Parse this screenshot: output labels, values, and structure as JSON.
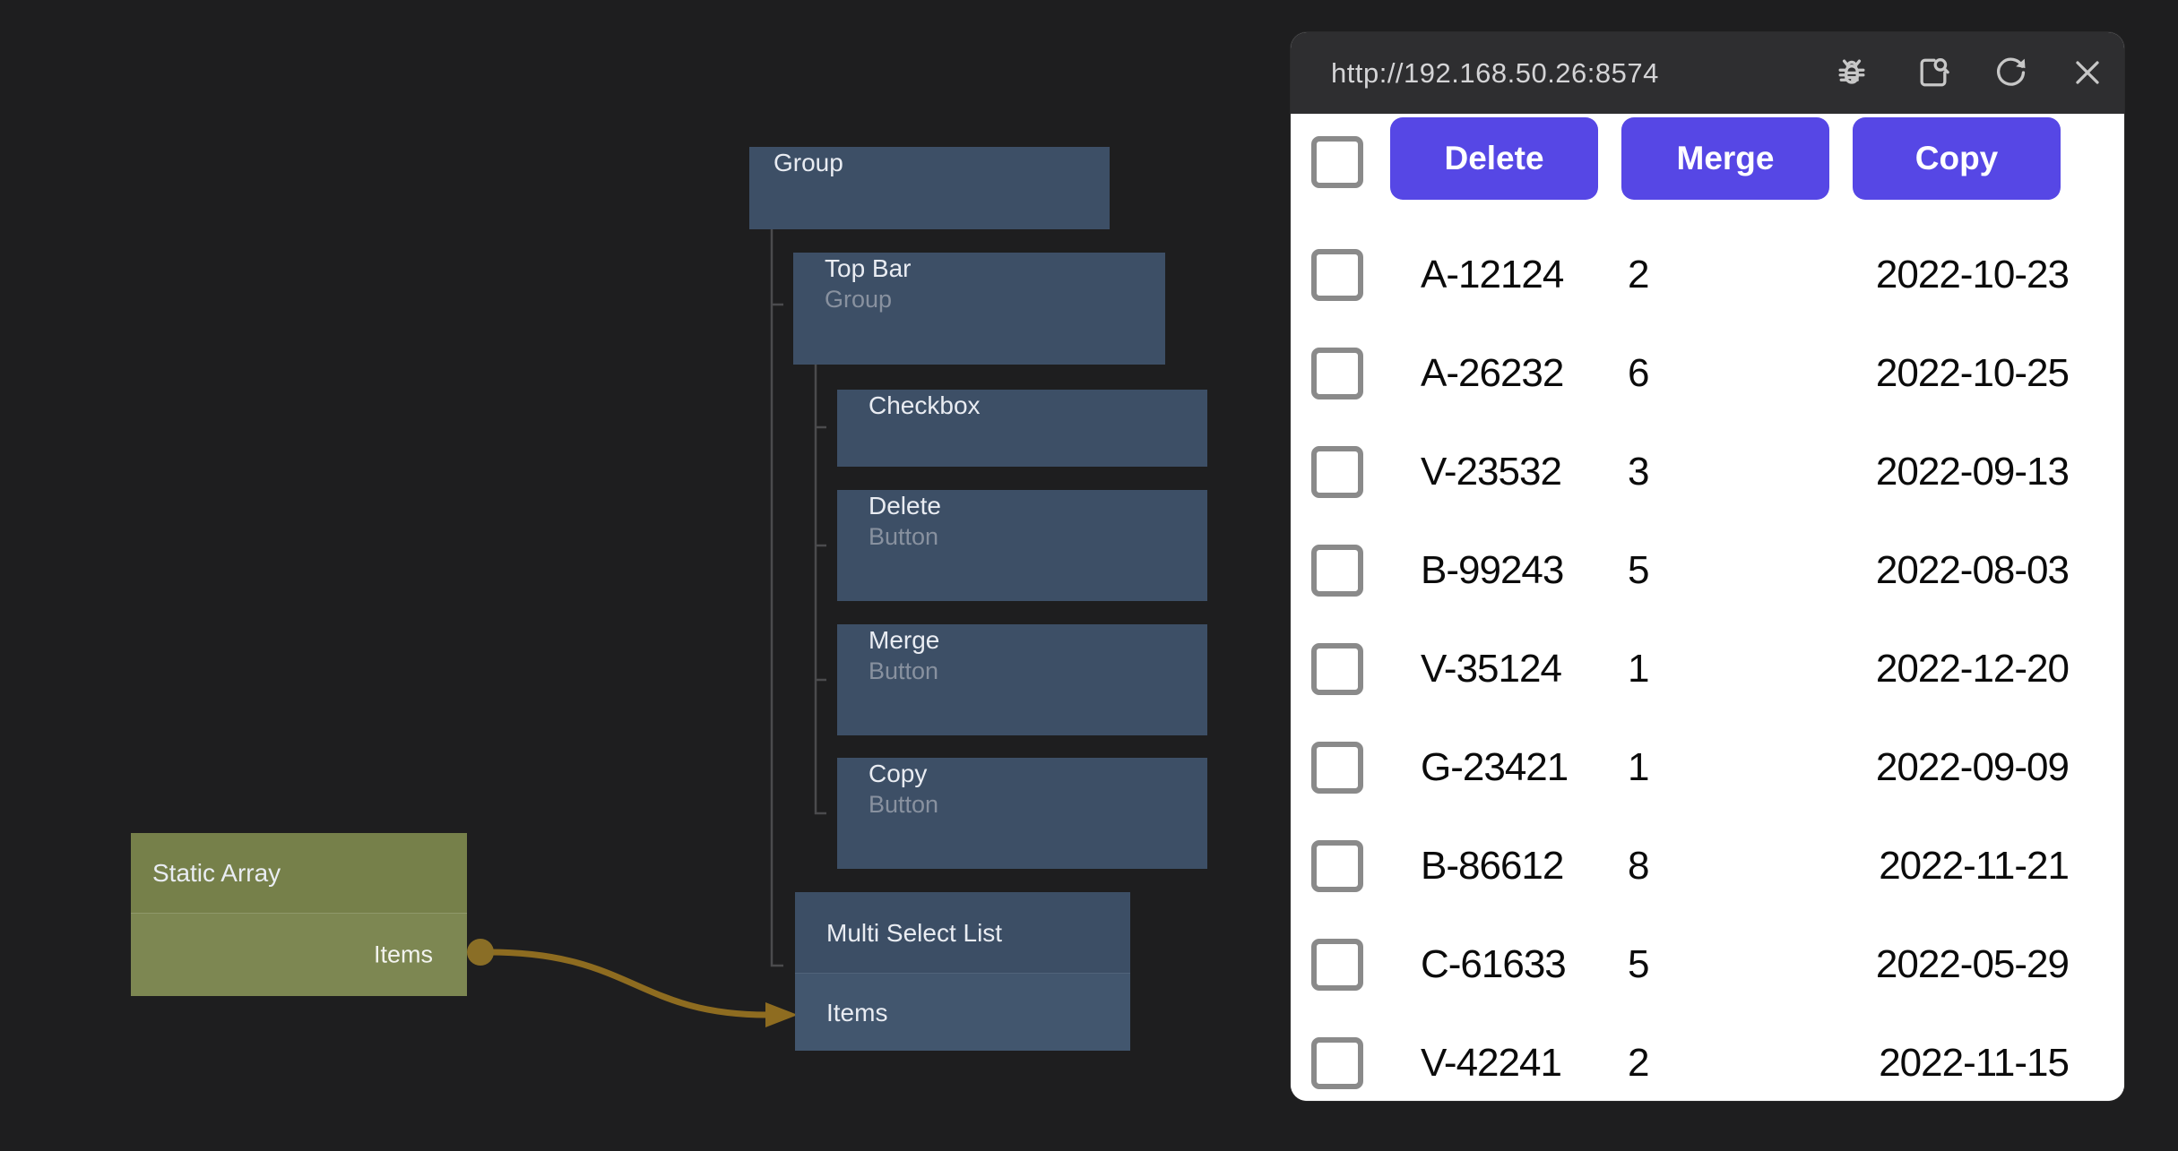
{
  "editor": {
    "nodes": {
      "group": {
        "title": "Group"
      },
      "top_bar": {
        "title": "Top Bar",
        "subtitle": "Group"
      },
      "checkbox": {
        "title": "Checkbox"
      },
      "delete_button": {
        "title": "Delete",
        "subtitle": "Button"
      },
      "merge_button": {
        "title": "Merge",
        "subtitle": "Button"
      },
      "copy_button": {
        "title": "Copy",
        "subtitle": "Button"
      },
      "multi_select_list": {
        "title": "Multi Select List",
        "input_label": "Items"
      },
      "static_array": {
        "title": "Static Array",
        "output_label": "Items"
      }
    },
    "colors": {
      "node_blue": "#3d4f66",
      "node_olive": "#76804a",
      "wire_gold": "#8e6c20",
      "tree_line": "#4b4b4d",
      "canvas_bg": "#1e1e1f"
    }
  },
  "preview": {
    "url": "http://192.168.50.26:8574",
    "titlebar_icons": [
      "bug-icon",
      "inspect-page-icon",
      "refresh-icon",
      "close-icon"
    ],
    "buttons": [
      "Delete",
      "Merge",
      "Copy"
    ],
    "accent_color": "#5647e5",
    "rows": [
      {
        "id": "A-12124",
        "qty": "2",
        "date": "2022-10-23"
      },
      {
        "id": "A-26232",
        "qty": "6",
        "date": "2022-10-25"
      },
      {
        "id": "V-23532",
        "qty": "3",
        "date": "2022-09-13"
      },
      {
        "id": "B-99243",
        "qty": "5",
        "date": "2022-08-03"
      },
      {
        "id": "V-35124",
        "qty": "1",
        "date": "2022-12-20"
      },
      {
        "id": "G-23421",
        "qty": "1",
        "date": "2022-09-09"
      },
      {
        "id": "B-86612",
        "qty": "8",
        "date": "2022-11-21"
      },
      {
        "id": "C-61633",
        "qty": "5",
        "date": "2022-05-29"
      },
      {
        "id": "V-42241",
        "qty": "2",
        "date": "2022-11-15"
      }
    ]
  }
}
